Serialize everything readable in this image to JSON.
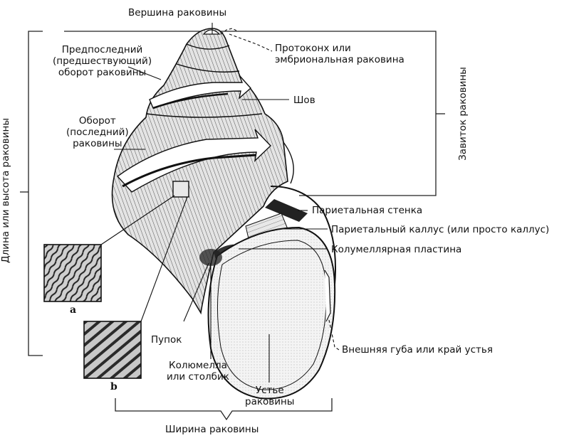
{
  "labels": {
    "apex": "Вершина раковины",
    "protoconch": "Протоконх или\nэмбриональная раковина",
    "penultimate": "Предпоследний\n(предшествующий)\nоборот раковины",
    "suture": "Шов",
    "body_whorl": "Оборот\n(последний)\nраковины",
    "spire": "Завиток раковины",
    "length": "Длина или высота раковины",
    "parietal_wall": "Париетальная стенка",
    "parietal_callus": "Париетальный каллус (или просто каллус)",
    "columellar_plate": "Колумеллярная пластина",
    "umbilicus": "Пупок",
    "outer_lip": "Внешняя губа или край устья",
    "columella": "Колюмелла\nили столбик",
    "aperture": "Устье\nраковины",
    "width": "Ширина раковины",
    "inset_a": "a",
    "inset_b": "b"
  },
  "colors": {
    "ink": "#1a1a1a",
    "shell_fill": "#d9d9d9",
    "aperture_fill": "#f2f2f2"
  }
}
